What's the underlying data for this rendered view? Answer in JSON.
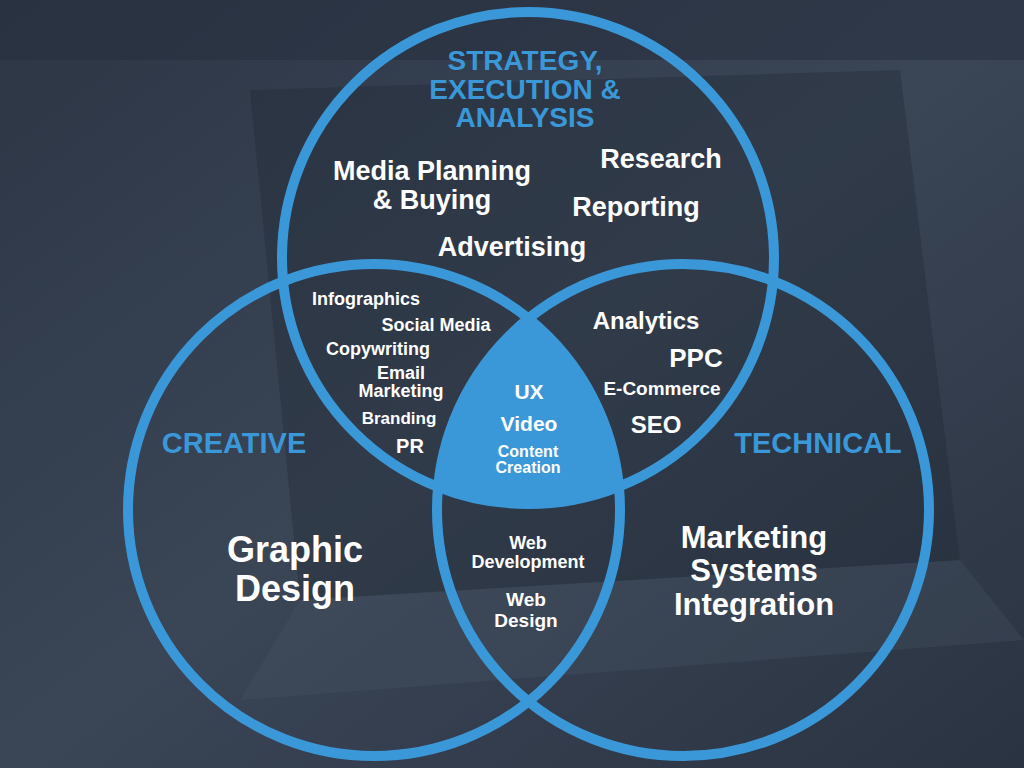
{
  "diagram": {
    "nodes": [
      {
        "text": [
          "STRATEGY, EXECUTION & ANALYSIS",
          "Media Planning & Buying",
          "Research",
          "Reporting",
          "Advertising"
        ]
      },
      {
        "text": [
          "CREATIVE",
          "Graphic Design"
        ]
      },
      {
        "text": [
          "TECHNICAL",
          "Marketing Systems Integration"
        ]
      },
      {
        "text": [
          "UX",
          "Video",
          "Content Creation"
        ]
      }
    ],
    "labels": [
      "Infographics",
      "Social Media",
      "Copywriting",
      "Email Marketing",
      "Branding",
      "PR",
      "Analytics",
      "PPC",
      "E-Commerce",
      "SEO",
      "Web Development",
      "Web Design"
    ]
  }
}
